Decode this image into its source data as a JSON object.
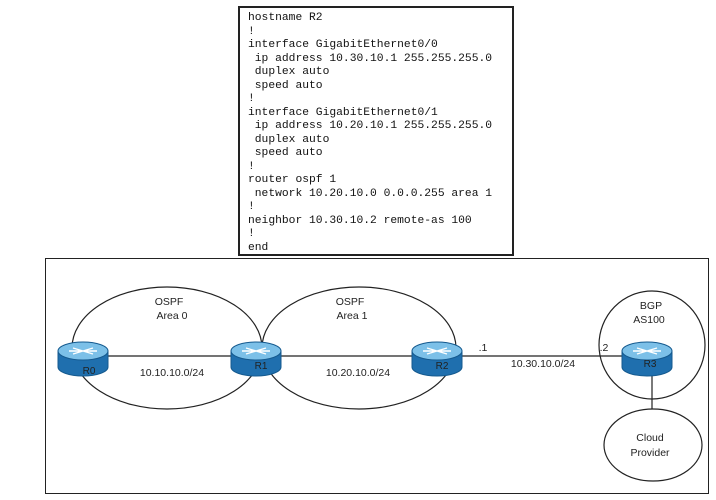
{
  "config": {
    "lines": [
      "hostname R2",
      "!",
      "interface GigabitEthernet0/0",
      " ip address 10.30.10.1 255.255.255.0",
      " duplex auto",
      " speed auto",
      "!",
      "interface GigabitEthernet0/1",
      " ip address 10.20.10.1 255.255.255.0",
      " duplex auto",
      " speed auto",
      "!",
      "router ospf 1",
      " network 10.20.10.0 0.0.0.255 area 1",
      "!",
      "neighbor 10.30.10.2 remote-as 100",
      "!",
      "end"
    ]
  },
  "topology": {
    "routers": {
      "r0": "R0",
      "r1": "R1",
      "r2": "R2",
      "r3": "R3"
    },
    "ospf_area0": {
      "line1": "OSPF",
      "line2": "Area 0",
      "subnet": "10.10.10.0/24"
    },
    "ospf_area1": {
      "line1": "OSPF",
      "line2": "Area 1",
      "subnet": "10.20.10.0/24"
    },
    "bgp": {
      "line1": "BGP",
      "line2": "AS100"
    },
    "link_r2_r3": {
      "subnet": "10.30.10.0/24",
      "r2_side": ".1",
      "r3_side": ".2"
    },
    "cloud": {
      "line1": "Cloud",
      "line2": "Provider"
    }
  },
  "colors": {
    "router_top": "#7cc0e8",
    "router_side": "#1f6fae",
    "router_edge": "#155a8f",
    "outline": "#222222"
  }
}
